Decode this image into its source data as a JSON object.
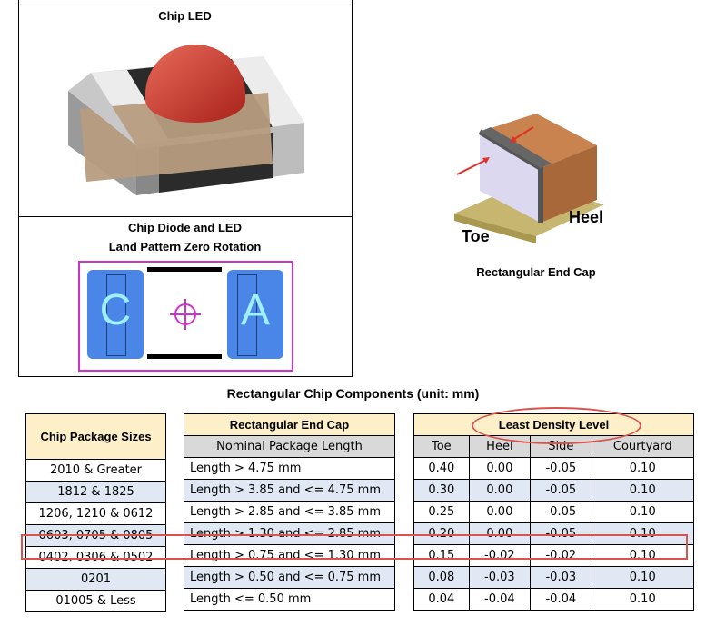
{
  "chip_led": {
    "title": "Chip LED"
  },
  "land_pattern": {
    "title_line1": "Chip Diode and LED",
    "title_line2": "Land Pattern Zero Rotation",
    "pad_left": "C",
    "pad_right": "A"
  },
  "end_cap": {
    "toe": "Toe",
    "heel": "Heel",
    "caption": "Rectangular End Cap"
  },
  "table_title": "Rectangular Chip Components (unit: mm)",
  "table1": {
    "header": "Chip Package Sizes",
    "rows": [
      "2010 & Greater",
      "1812 & 1825",
      "1206, 1210 & 0612",
      "0603, 0705 & 0805",
      "0402, 0306 & 0502",
      "0201",
      "01005 & Less"
    ]
  },
  "table2": {
    "header": "Rectangular End Cap",
    "subheader": "Nominal Package Length",
    "rows": [
      "Length > 4.75 mm",
      "Length > 3.85 and <= 4.75 mm",
      "Length > 2.85 and <= 3.85 mm",
      "Length > 1.30 and <= 2.85 mm",
      "Length > 0.75 and <= 1.30 mm",
      "Length > 0.50 and <= 0.75 mm",
      "Length <= 0.50 mm"
    ]
  },
  "table3": {
    "header": "Least Density Level",
    "columns": [
      "Toe",
      "Heel",
      "Side",
      "Courtyard"
    ],
    "rows": [
      [
        "0.40",
        "0.00",
        "-0.05",
        "0.10"
      ],
      [
        "0.30",
        "0.00",
        "-0.05",
        "0.10"
      ],
      [
        "0.25",
        "0.00",
        "-0.05",
        "0.10"
      ],
      [
        "0.20",
        "0.00",
        "-0.05",
        "0.10"
      ],
      [
        "0.15",
        "-0.02",
        "-0.02",
        "0.10"
      ],
      [
        "0.08",
        "-0.03",
        "-0.03",
        "0.10"
      ],
      [
        "0.04",
        "-0.04",
        "-0.04",
        "0.10"
      ]
    ]
  },
  "colors": {
    "header_fill": "#fdf0c8",
    "pad_blue": "#4a86e8",
    "outline_magenta": "#cc33cc",
    "highlight_red": "#d9534f",
    "row_blue": "#dfe8f3"
  }
}
